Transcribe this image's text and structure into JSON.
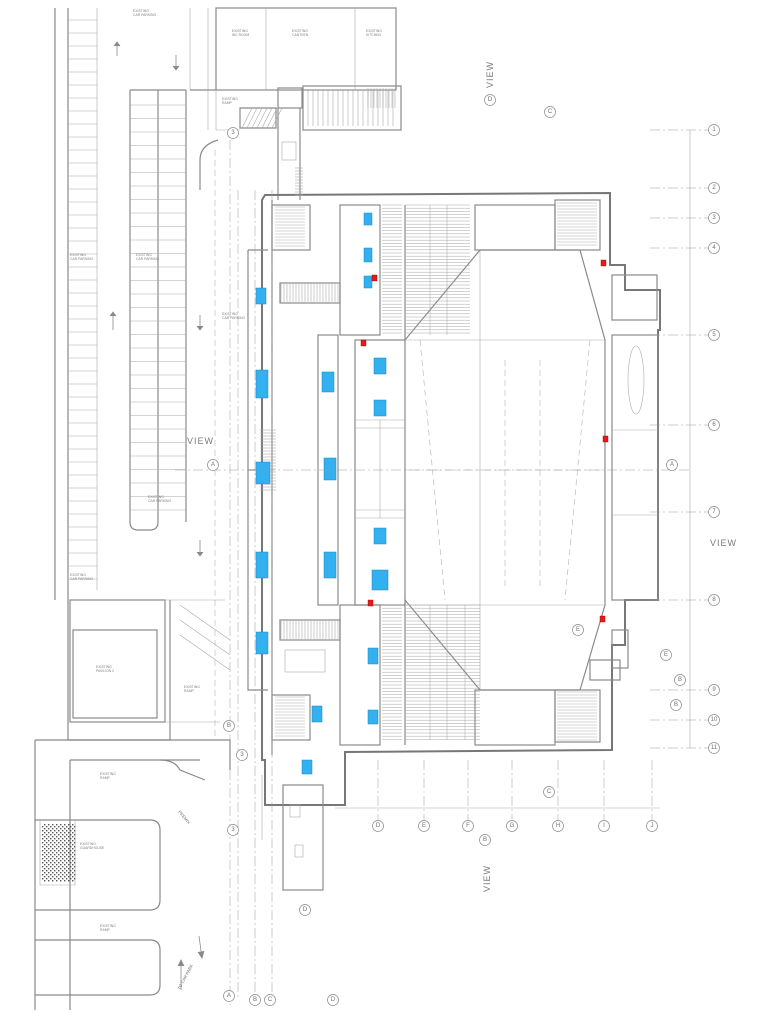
{
  "labels": {
    "existing_wc_room": "EXISTING\nWC ROOM",
    "existing_canteen": "EXISTING\nCANTEEN",
    "existing_kitchen": "EXISTING\nKITCHEN",
    "existing_ramp_top": "EXISTING\nRAMP",
    "existing_car_parking": "EXISTING\nCAR PARKING",
    "existing_pavilion_2": "EXISTING\nPAVILION 2",
    "existing_ramp_mid": "EXISTING\nRAMP",
    "existing_ramp_low": "EXISTING\nRAMP",
    "existing_guardhouse": "EXISTING\nGUARDHOUSE",
    "existing_ramp_bottom": "EXISTING\nRAMP",
    "to_car_park": "TO CAR PARK",
    "premix": "PREMIX",
    "view_a": "VIEW",
    "view_b": "VIEW",
    "view_c": "VIEW",
    "view_d": "VIEW"
  },
  "parking_labels": [
    "EXISTING\nCAR PARKING",
    "EXISTING\nCAR PARKING",
    "EXISTING\nCAR PARKING",
    "EXISTING\nCAR PARKING",
    "EXISTING\nCAR PARKING"
  ],
  "grid_bubbles_right": [
    "1",
    "2",
    "3",
    "4",
    "5",
    "6",
    "7",
    "8",
    "9",
    "10",
    "11"
  ],
  "grid_bubbles_bottom": [
    "D",
    "E",
    "F",
    "G",
    "H",
    "I",
    "J"
  ],
  "grid_bubbles_bottom_left": [
    "A",
    "B",
    "C",
    "D"
  ],
  "grid_bubbles_misc": [
    "A",
    "A",
    "B",
    "B",
    "B",
    "C",
    "D",
    "D",
    "E",
    "E",
    "3",
    "3"
  ],
  "colors": {
    "line": "#8a8a8a",
    "equipment": "#33b0f0",
    "fire_extinguisher": "#e21b1b",
    "background": "#ffffff"
  }
}
